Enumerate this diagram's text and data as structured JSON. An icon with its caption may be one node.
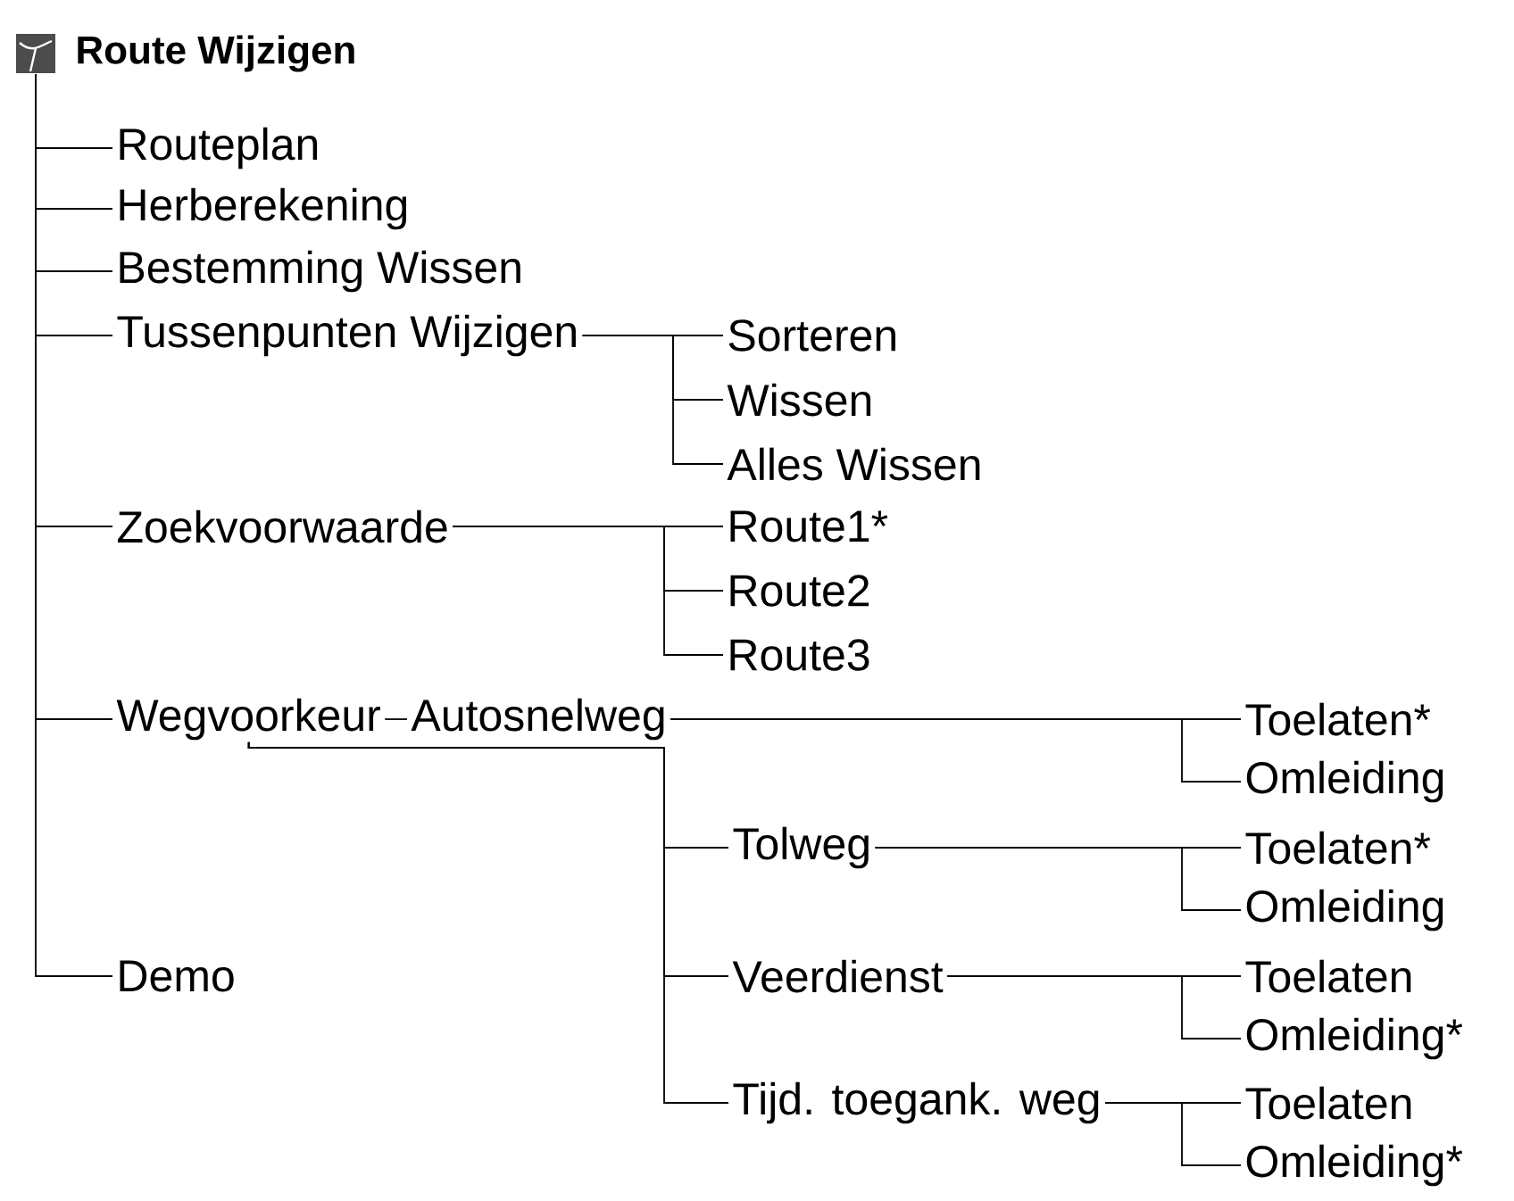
{
  "diagram": {
    "nodes": [
      {
        "text": [
          "Route Wijzigen"
        ]
      },
      {
        "text": [
          "Routeplan"
        ]
      },
      {
        "text": [
          "Herberekening"
        ]
      },
      {
        "text": [
          "Bestemming Wissen"
        ]
      },
      {
        "text": [
          "Tussenpunten Wijzigen"
        ]
      },
      {
        "text": [
          "Sorteren"
        ]
      },
      {
        "text": [
          "Wissen"
        ]
      },
      {
        "text": [
          "Alles Wissen"
        ]
      },
      {
        "text": [
          "Zoekvoorwaarde"
        ]
      },
      {
        "text": [
          "Route1*"
        ]
      },
      {
        "text": [
          "Route2"
        ]
      },
      {
        "text": [
          "Route3"
        ]
      },
      {
        "text": [
          "Wegvoorkeur"
        ]
      },
      {
        "text": [
          "Autosnelweg"
        ]
      },
      {
        "text": [
          "Toelaten*"
        ]
      },
      {
        "text": [
          "Omleiding"
        ]
      },
      {
        "text": [
          "Tolweg"
        ]
      },
      {
        "text": [
          "Toelaten*"
        ]
      },
      {
        "text": [
          "Omleiding"
        ]
      },
      {
        "text": [
          "Veerdienst"
        ]
      },
      {
        "text": [
          "Toelaten"
        ]
      },
      {
        "text": [
          "Omleiding*"
        ]
      },
      {
        "text": [
          "Tijd. toegank. weg"
        ]
      },
      {
        "text": [
          "Toelaten"
        ]
      },
      {
        "text": [
          "Omleiding*"
        ]
      },
      {
        "text": [
          "Demo"
        ]
      }
    ],
    "edges": [
      {
        "from": 0,
        "to": 1,
        "arrow": "none"
      },
      {
        "from": 0,
        "to": 2,
        "arrow": "none"
      },
      {
        "from": 0,
        "to": 3,
        "arrow": "none"
      },
      {
        "from": 0,
        "to": 4,
        "arrow": "none"
      },
      {
        "from": 0,
        "to": 8,
        "arrow": "none"
      },
      {
        "from": 0,
        "to": 12,
        "arrow": "none"
      },
      {
        "from": 0,
        "to": 25,
        "arrow": "none"
      },
      {
        "from": 4,
        "to": 5,
        "arrow": "none"
      },
      {
        "from": 4,
        "to": 6,
        "arrow": "none"
      },
      {
        "from": 4,
        "to": 7,
        "arrow": "none"
      },
      {
        "from": 8,
        "to": 9,
        "arrow": "none"
      },
      {
        "from": 8,
        "to": 10,
        "arrow": "none"
      },
      {
        "from": 8,
        "to": 11,
        "arrow": "none"
      },
      {
        "from": 12,
        "to": 13,
        "arrow": "none"
      },
      {
        "from": 12,
        "to": 16,
        "arrow": "none"
      },
      {
        "from": 12,
        "to": 19,
        "arrow": "none"
      },
      {
        "from": 12,
        "to": 22,
        "arrow": "none"
      },
      {
        "from": 13,
        "to": 14,
        "arrow": "none"
      },
      {
        "from": 13,
        "to": 15,
        "arrow": "none"
      },
      {
        "from": 16,
        "to": 17,
        "arrow": "none"
      },
      {
        "from": 16,
        "to": 18,
        "arrow": "none"
      },
      {
        "from": 19,
        "to": 20,
        "arrow": "none"
      },
      {
        "from": 19,
        "to": 21,
        "arrow": "none"
      },
      {
        "from": 22,
        "to": 23,
        "arrow": "none"
      },
      {
        "from": 22,
        "to": 24,
        "arrow": "none"
      }
    ]
  }
}
